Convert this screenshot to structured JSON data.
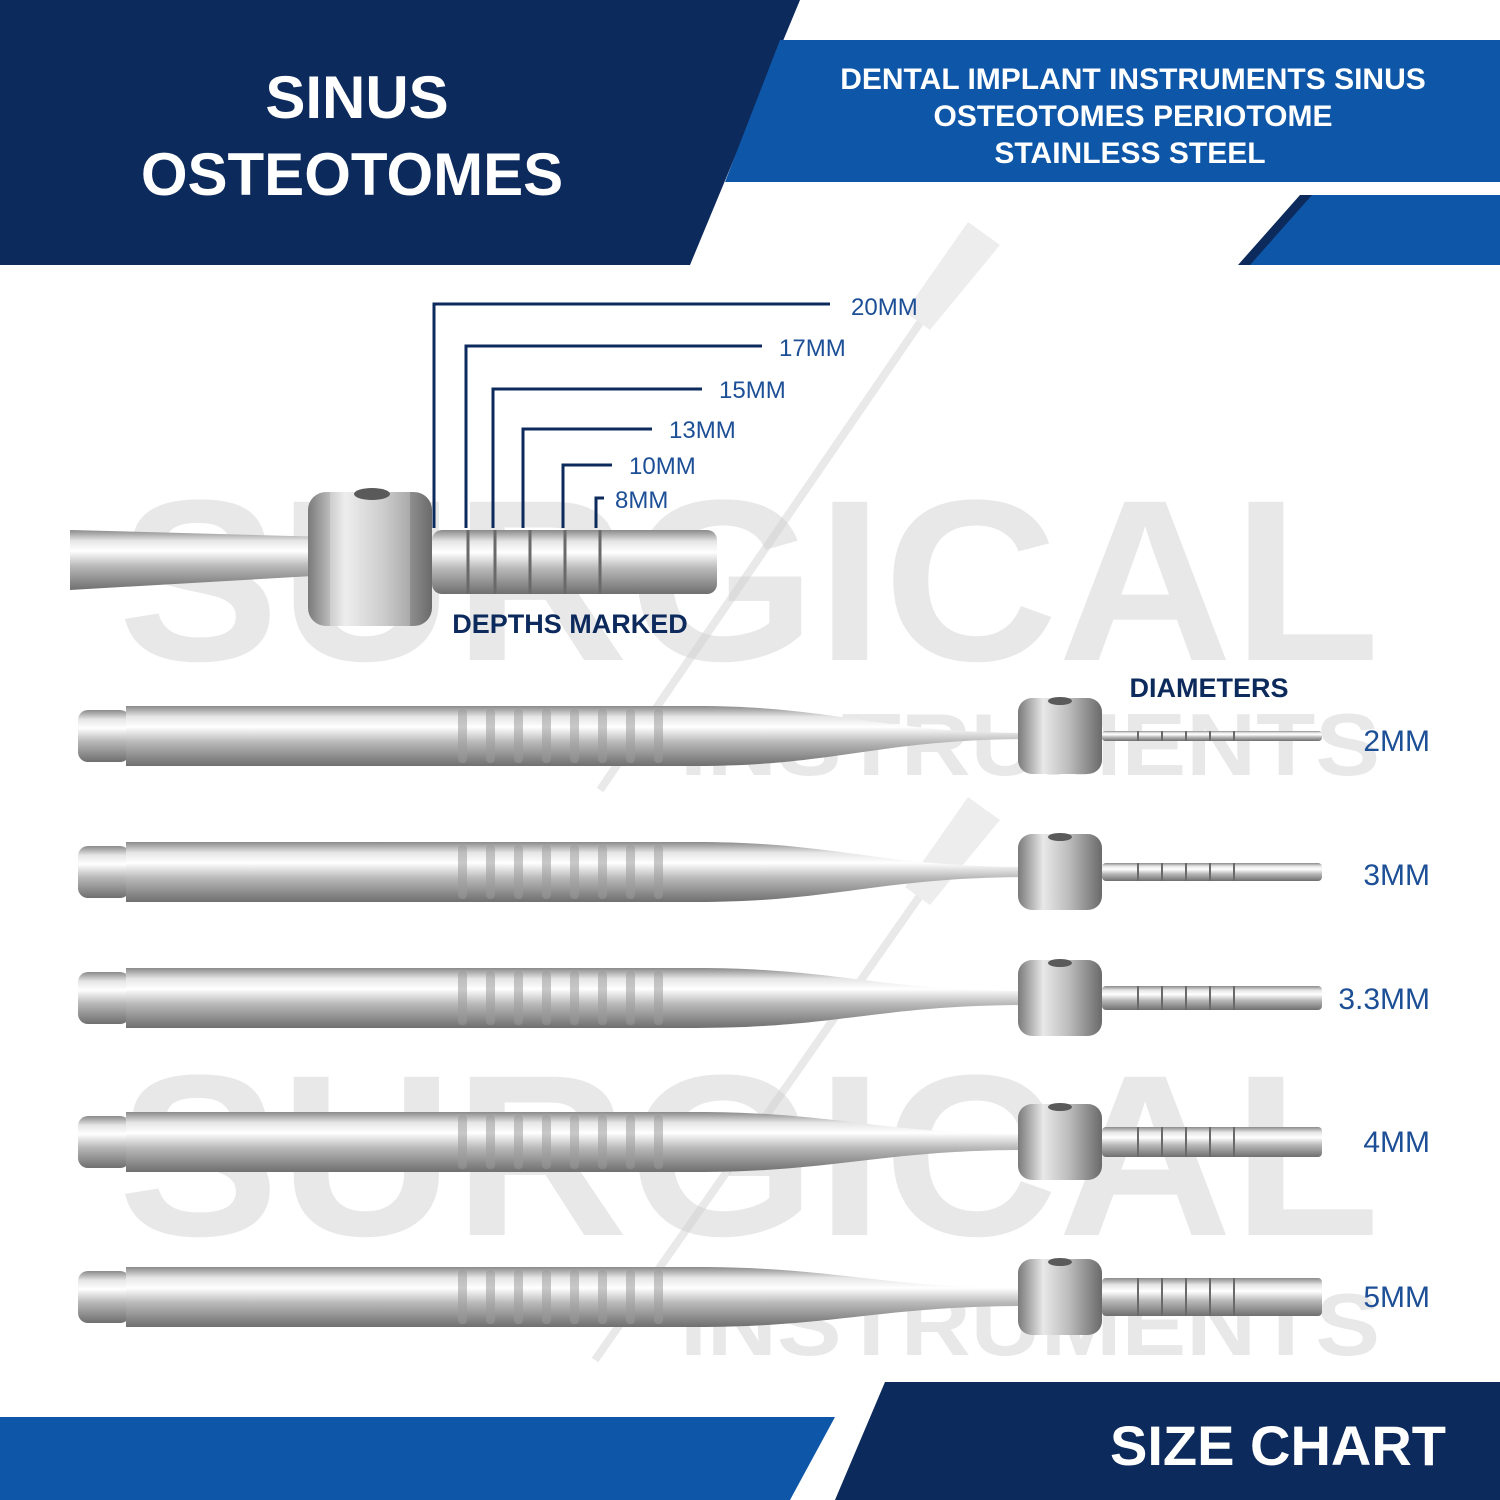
{
  "header": {
    "title_line1": "SINUS",
    "title_line2": "OSTEOTOMES",
    "subtitle_line1": "DENTAL IMPLANT INSTRUMENTS SINUS",
    "subtitle_line2": "OSTEOTOMES PERIOTOME",
    "subtitle_line3": "STAINLESS STEEL"
  },
  "watermark": {
    "word1": "SURGICAL",
    "word2": "INSTRUMENTS"
  },
  "depth_section": {
    "caption": "DEPTHS MARKED",
    "marks": [
      "20MM",
      "17MM",
      "15MM",
      "13MM",
      "10MM",
      "8MM"
    ]
  },
  "diameter_section": {
    "caption": "DIAMETERS",
    "sizes": [
      "2MM",
      "3MM",
      "3.3MM",
      "4MM",
      "5MM"
    ]
  },
  "footer": {
    "label": "SIZE CHART"
  },
  "colors": {
    "navy": "#0d2a5c",
    "blue": "#0e56a8",
    "label_blue": "#1c4f96",
    "steel_light": "#f2f2f2",
    "steel_dark": "#8c8c8c"
  }
}
